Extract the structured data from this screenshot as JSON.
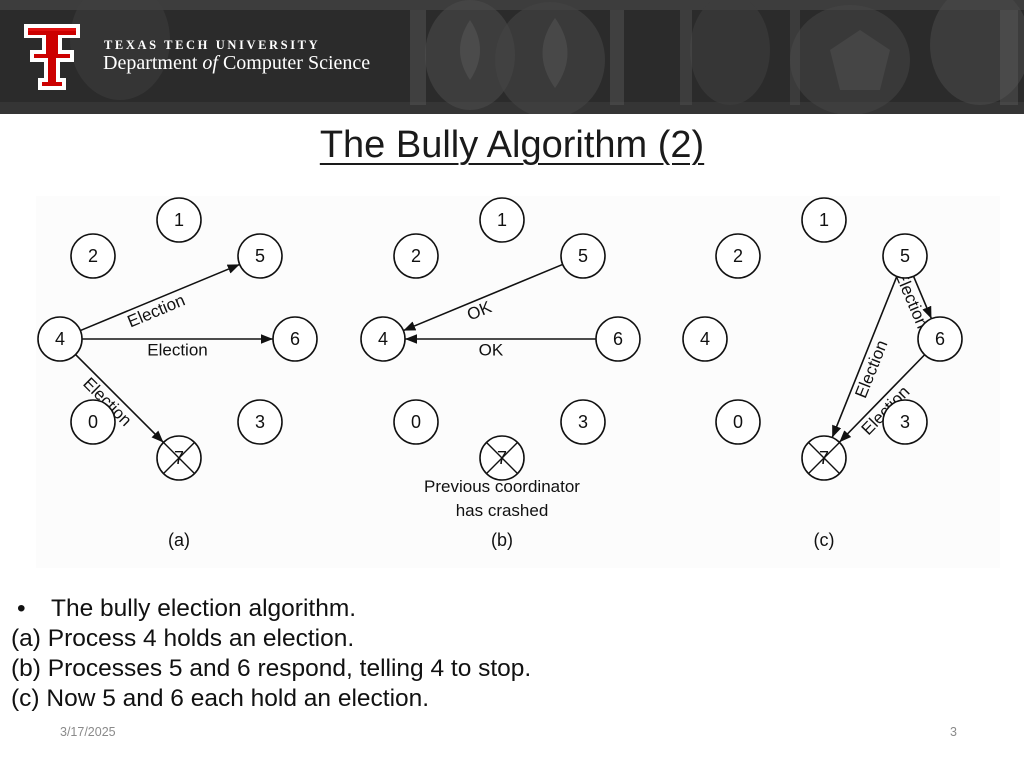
{
  "header": {
    "university": "TEXAS TECH UNIVERSITY",
    "dept_prefix": "Department ",
    "dept_of": "of",
    "dept_suffix": " Computer Science"
  },
  "slide": {
    "title": "The Bully Algorithm (2)",
    "date": "3/17/2025",
    "page": "3"
  },
  "diagram": {
    "panels": [
      {
        "caption": "(a)",
        "nodes": [
          "1",
          "2",
          "5",
          "4",
          "6",
          "0",
          "3",
          "7"
        ],
        "arrows": [
          {
            "from": "4",
            "to": "5",
            "label": "Election"
          },
          {
            "from": "4",
            "to": "6",
            "label": "Election"
          },
          {
            "from": "4",
            "to": "7",
            "label": "Election"
          }
        ]
      },
      {
        "caption": "(b)",
        "nodes": [
          "1",
          "2",
          "5",
          "4",
          "6",
          "0",
          "3",
          "7"
        ],
        "arrows": [
          {
            "from": "5",
            "to": "4",
            "label": "OK"
          },
          {
            "from": "6",
            "to": "4",
            "label": "OK"
          }
        ],
        "note_line1": "Previous coordinator",
        "note_line2": "has crashed"
      },
      {
        "caption": "(c)",
        "nodes": [
          "1",
          "2",
          "5",
          "4",
          "6",
          "0",
          "3",
          "7"
        ],
        "arrows": [
          {
            "from": "5",
            "to": "6",
            "label": "Election"
          },
          {
            "from": "5",
            "to": "7",
            "label": "Election"
          },
          {
            "from": "6",
            "to": "7",
            "label": "Election"
          }
        ]
      }
    ]
  },
  "notes": {
    "bullet_symbol": "•",
    "bullet": "The bully election algorithm.",
    "line_a": "(a) Process 4 holds an election.",
    "line_b": "(b) Processes 5 and 6 respond, telling 4 to stop.",
    "line_c": "(c) Now 5 and 6 each hold an election."
  }
}
